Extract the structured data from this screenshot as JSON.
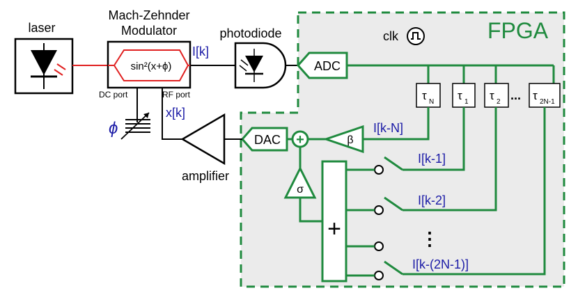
{
  "labels": {
    "laser": "laser",
    "mzm_line1": "Mach-Zehnder",
    "mzm_line2": "Modulator",
    "mzm_func": "sin²(x+ϕ)",
    "dc_port": "DC port",
    "rf_port": "RF port",
    "photodiode": "photodiode",
    "fpga": "FPGA",
    "clk": "clk",
    "adc": "ADC",
    "dac": "DAC",
    "amplifier": "amplifier",
    "phi": "ϕ",
    "beta": "β",
    "sigma": "σ",
    "sum_sign": "+",
    "adder_plus": "+",
    "ellipsis": "...",
    "vdots": "⋮"
  },
  "signals": {
    "ik": "I[k]",
    "xk": "x[k]",
    "ikn": "I[k-N]",
    "ik1": "I[k-1]",
    "ik2": "I[k-2]",
    "ik2n1": "I[k-(2N-1)]"
  },
  "taps": [
    {
      "base": "τ",
      "sub": "N"
    },
    {
      "base": "τ",
      "sub": "1"
    },
    {
      "base": "τ",
      "sub": "2"
    },
    {
      "base": "τ",
      "sub": "2N-1"
    }
  ],
  "colors": {
    "fpga_green": "#1f8a3e",
    "signal_blue": "#1a1aa6",
    "laser_red": "#e02020",
    "fpga_fill": "#ebebeb"
  }
}
